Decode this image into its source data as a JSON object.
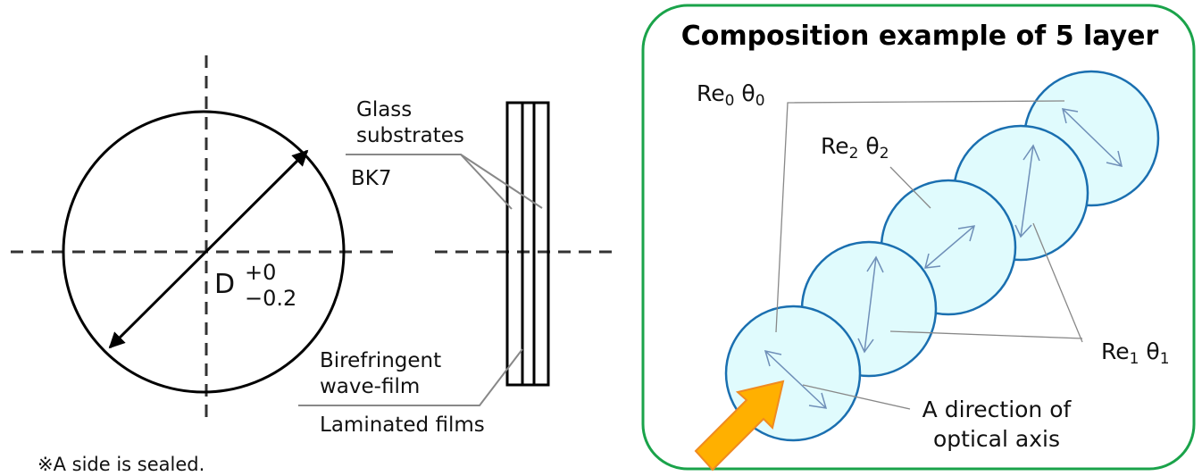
{
  "left_panel": {
    "diameter_label": "D",
    "tolerance_upper": "+0",
    "tolerance_lower": "−0.2",
    "glass_label_line1": "Glass",
    "glass_label_line2": "substrates",
    "glass_material": "BK7",
    "film_label_line1": "Birefringent",
    "film_label_line2": "wave-film",
    "film_type": "Laminated films",
    "footnote": "※A side is sealed."
  },
  "right_panel": {
    "title": "Composition example of 5 layer",
    "layers": [
      {
        "re": "Re",
        "sub": "0",
        "theta": "θ",
        "tsub": "0"
      },
      {
        "re": "Re",
        "sub": "1",
        "theta": "θ",
        "tsub": "1"
      },
      {
        "re": "Re",
        "sub": "2",
        "theta": "θ",
        "tsub": "2"
      }
    ],
    "axis_label_line1": "A direction of",
    "axis_label_line2": "optical axis"
  },
  "colors": {
    "panel_border": "#1aa34a",
    "layer_fill": "#e0fbfd",
    "layer_stroke": "#1a6fb0",
    "axis_arrow": "#6f8fb8",
    "light_arrow_fill": "#ffb000",
    "light_arrow_stroke": "#f08a20",
    "leader": "#888888"
  }
}
